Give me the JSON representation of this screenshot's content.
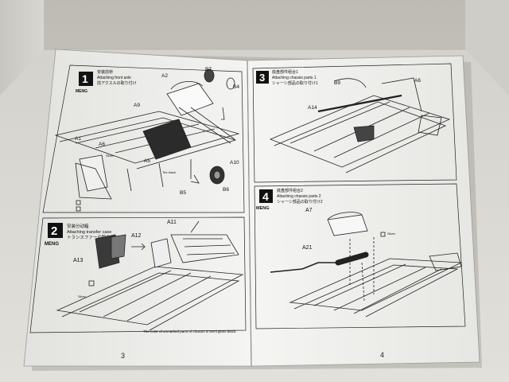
{
  "left_page": {
    "step1": {
      "number": "1",
      "brand": "MENG",
      "title_zh": "安装前桥",
      "title_en": "Attaching front axle",
      "title_ja": "前アクスルの取り付け",
      "parts": [
        "A2",
        "B7",
        "B4",
        "A9",
        "A1",
        "A6",
        "A5",
        "A10",
        "B5",
        "B6"
      ],
      "colors": [
        "Silver",
        "Tire black"
      ]
    },
    "step2": {
      "number": "2",
      "brand": "MENG",
      "title_zh": "安装分动箱",
      "title_en": "Attaching transfer case",
      "title_ja": "トランスファーの取り付け",
      "parts": [
        "A11",
        "A12",
        "A13"
      ],
      "colors": [
        "Silver"
      ]
    },
    "note_en": "The color of unmarked parts of chassis is semi gloss black.",
    "page_number": "3"
  },
  "right_page": {
    "step3": {
      "number": "3",
      "title_zh": "底盘部件组合1",
      "title_en": "Attaching chassis parts 1",
      "title_ja": "シャーシ部品の取り付け1",
      "parts": [
        "B9",
        "A14",
        "A6"
      ]
    },
    "step4": {
      "number": "4",
      "brand": "MENG",
      "title_zh": "底盘部件组合2",
      "title_en": "Attaching chassis parts 2",
      "title_ja": "シャーシ部品の取り付け2",
      "parts": [
        "A7",
        "A21"
      ],
      "colors": [
        "Silver"
      ]
    },
    "page_number": "4"
  },
  "colors": {
    "background": "#d8d6d0",
    "paper": "#f3f3f1",
    "ink": "#111111"
  }
}
